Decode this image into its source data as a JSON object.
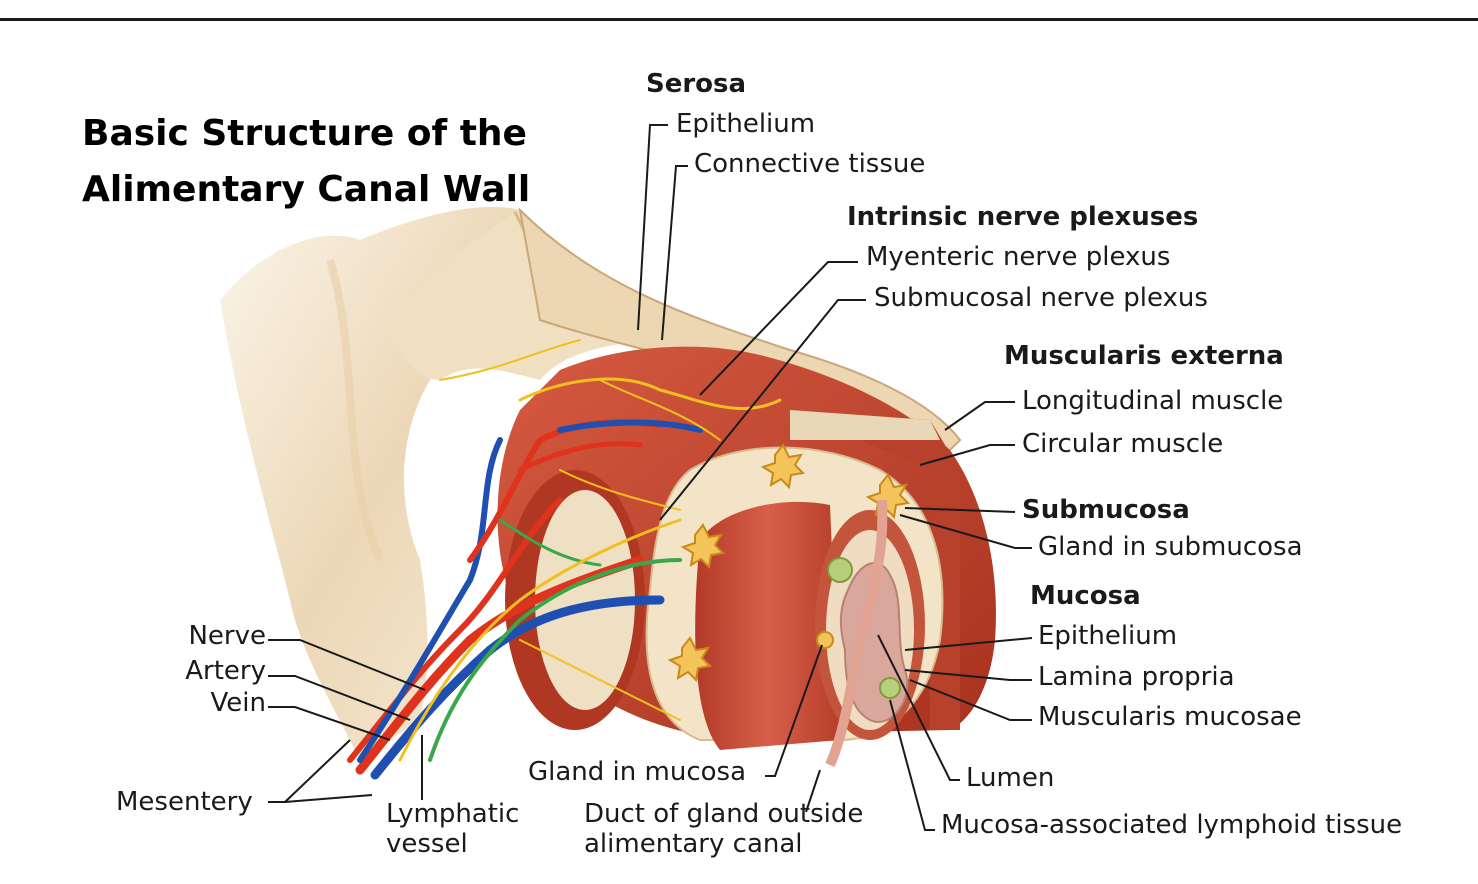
{
  "title": {
    "line1": "Basic Structure of the",
    "line2": "Alimentary Canal Wall"
  },
  "labels": {
    "serosa": "Serosa",
    "serosa_epithelium": "Epithelium",
    "connective_tissue": "Connective tissue",
    "intrinsic_nerve_plexuses": "Intrinsic nerve plexuses",
    "myenteric_nerve_plexus": "Myenteric nerve plexus",
    "submucosal_nerve_plexus": "Submucosal nerve plexus",
    "muscularis_externa": "Muscularis externa",
    "longitudinal_muscle": "Longitudinal muscle",
    "circular_muscle": "Circular muscle",
    "submucosa": "Submucosa",
    "gland_in_submucosa": "Gland in submucosa",
    "mucosa": "Mucosa",
    "mucosa_epithelium": "Epithelium",
    "lamina_propria": "Lamina propria",
    "muscularis_mucosae": "Muscularis mucosae",
    "lumen": "Lumen",
    "malt": "Mucosa-associated lymphoid tissue",
    "nerve": "Nerve",
    "artery": "Artery",
    "vein": "Vein",
    "mesentery": "Mesentery",
    "lymphatic_line1": "Lymphatic",
    "lymphatic_line2": "vessel",
    "gland_in_mucosa": "Gland in mucosa",
    "duct_line1": "Duct of gland outside",
    "duct_line2": "alimentary canal"
  },
  "colors": {
    "muscle": "#c8452f",
    "muscle_dark": "#9e2c1e",
    "submucosa": "#f3e4c8",
    "mesentery": "#efdcbc",
    "artery": "#e0331e",
    "vein": "#1f4fb0",
    "nerve": "#f0c020",
    "lymphatic": "#3aa84a",
    "lumen": "#d9a79c",
    "leader": "#1a1a1a"
  }
}
